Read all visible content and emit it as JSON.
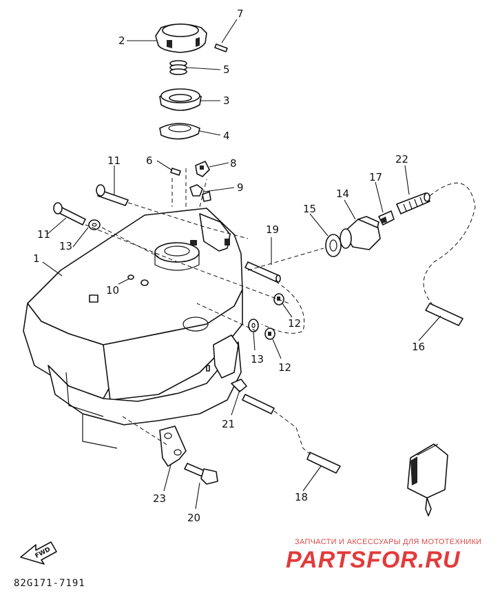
{
  "callouts": [
    "1",
    "2",
    "3",
    "4",
    "5",
    "6",
    "7",
    "8",
    "9",
    "10",
    "11",
    "11",
    "12",
    "12",
    "13",
    "13",
    "14",
    "15",
    "16",
    "17",
    "18",
    "19",
    "20",
    "21",
    "22",
    "23"
  ],
  "fwd_label": "FWD",
  "catalog_code": "82G171-7191",
  "watermark": {
    "tagline": "ЗАПЧАСТИ И АКСЕССУАРЫ ДЛЯ МОТОТЕХНИКИ",
    "logo": "PARTSFOR.RU"
  }
}
